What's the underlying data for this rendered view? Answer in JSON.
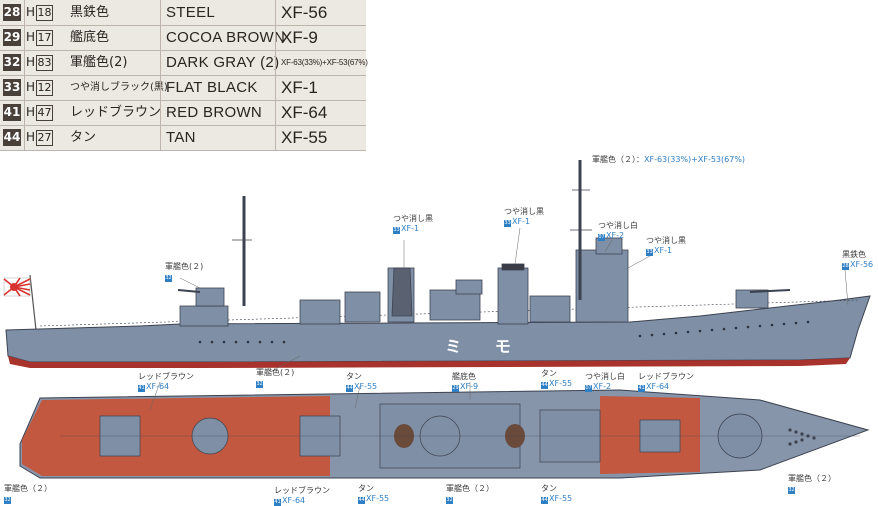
{
  "paints": [
    {
      "num": "28",
      "h": "18",
      "jp": "黒鉄色",
      "en": "STEEL",
      "xf": "XF-56"
    },
    {
      "num": "29",
      "h": "17",
      "jp": "艦底色",
      "en": "COCOA BROWN",
      "xf": "XF-9"
    },
    {
      "num": "32",
      "h": "83",
      "jp": "軍艦色(2)",
      "en": "DARK GRAY (2)",
      "xf": "XF-63(33%)+XF-53(67%)"
    },
    {
      "num": "33",
      "h": "12",
      "jp": "つや消しブラック(黒)",
      "en": "FLAT BLACK",
      "xf": "XF-1"
    },
    {
      "num": "41",
      "h": "47",
      "jp": "レッドブラウン",
      "en": "RED BROWN",
      "xf": "XF-64"
    },
    {
      "num": "44",
      "h": "27",
      "jp": "タン",
      "en": "TAN",
      "xf": "XF-55"
    }
  ],
  "h_prefix": "H",
  "hull_marking": "ミ モ",
  "labels": {
    "top_gray": {
      "jp": "軍艦色（２）：",
      "code": "XF-63(33%)+XF-53(67%)"
    },
    "black1": {
      "jp": "つや消し黒",
      "num": "33",
      "code": "XF-1"
    },
    "black2": {
      "jp": "つや消し黒",
      "num": "33",
      "code": "XF-1"
    },
    "white1": {
      "jp": "つや消し白",
      "num": "07",
      "code": "XF-2"
    },
    "black3": {
      "jp": "つや消し黒",
      "num": "33",
      "code": "XF-1"
    },
    "steel": {
      "jp": "黒鉄色",
      "num": "28",
      "code": "XF-56"
    },
    "gray_fore": {
      "jp": "軍艦色(２)",
      "num": "32"
    },
    "gray_mid": {
      "jp": "軍艦色(２)",
      "num": "32"
    },
    "redbrown_top_left": {
      "jp": "レッドブラウン",
      "num": "41",
      "code": "XF-64"
    },
    "tan_top1": {
      "jp": "タン",
      "num": "44",
      "code": "XF-55"
    },
    "cocoa": {
      "jp": "艦底色",
      "num": "29",
      "code": "XF-9"
    },
    "tan_top2": {
      "jp": "タン",
      "num": "44",
      "code": "XF-55"
    },
    "white2": {
      "jp": "つや消し白",
      "num": "07",
      "code": "XF-2"
    },
    "redbrown_top_right": {
      "jp": "レッドブラウン",
      "num": "41",
      "code": "XF-64"
    },
    "gray_bottom_left": {
      "jp": "軍艦色（２）",
      "num": "32"
    },
    "redbrown_bottom": {
      "jp": "レッドブラウン",
      "num": "41",
      "code": "XF-64"
    },
    "tan_bottom1": {
      "jp": "タン",
      "num": "44",
      "code": "XF-55"
    },
    "gray_bottom_mid": {
      "jp": "軍艦色（２）",
      "num": "32"
    },
    "tan_bottom2": {
      "jp": "タン",
      "num": "44",
      "code": "XF-55"
    },
    "gray_bottom_right": {
      "jp": "軍艦色（２）",
      "num": "32"
    }
  },
  "colors": {
    "hull_gray": "#7f8fa6",
    "deck_gray": "#8795aa",
    "red_brown": "#c2583f",
    "cocoa": "#a8322c",
    "steel": "#4b4e56",
    "label_blue": "#2f7fc4"
  }
}
